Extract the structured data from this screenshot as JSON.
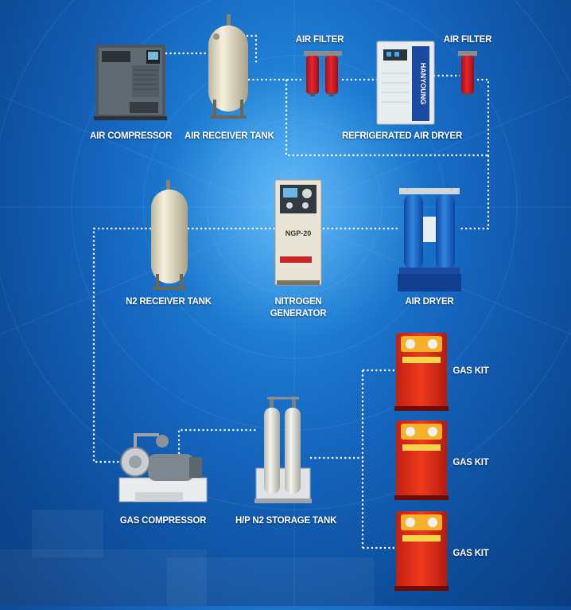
{
  "labels": {
    "air_compressor": "AIR COMPRESSOR",
    "air_receiver_tank": "AIR RECEIVER TANK",
    "air_filter_1": "AIR FILTER",
    "air_filter_2": "AIR FILTER",
    "refrigerated_air_dryer": "REFRIGERATED AIR DRYER",
    "air_dryer": "AIR DRYER",
    "nitrogen_generator_line1": "NITROGEN",
    "nitrogen_generator_line2": "GENERATOR",
    "n2_receiver_tank": "N2 RECEIVER TANK",
    "gas_compressor": "GAS COMPRESSOR",
    "hp_n2_storage_tank": "H/P N2 STORAGE TANK",
    "gas_kit_1": "GAS KIT",
    "gas_kit_2": "GAS KIT",
    "gas_kit_3": "GAS KIT"
  },
  "equipment_text": {
    "dryer_brand": "HANYOUNG",
    "generator_model": "NGP-20"
  },
  "colors": {
    "connector": "#ffffff",
    "tank": "#ece6cf",
    "compressor_body": "#55606a",
    "filter_red": "#d11a24",
    "dryer_blue": "#1565c0",
    "gas_kit_red": "#dd2a17",
    "label_text": "#ffffff"
  }
}
